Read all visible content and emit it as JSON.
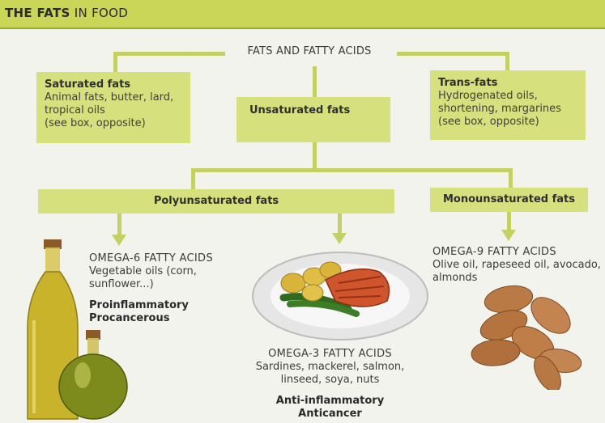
{
  "header": {
    "title_bold": "THE FATS",
    "title_rest": "IN FOOD"
  },
  "root": {
    "label": "FATS AND FATTY ACIDS"
  },
  "saturated": {
    "title": "Saturated fats",
    "line1": "Animal fats, butter, lard,",
    "line2": "tropical oils",
    "line3": "(see box, opposite)"
  },
  "unsaturated": {
    "title": "Unsaturated fats"
  },
  "trans": {
    "title": "Trans-fats",
    "line1": "Hydrogenated oils,",
    "line2": "shortening, margarines",
    "line3": "(see box, opposite)"
  },
  "poly": {
    "title": "Polyunsaturated fats"
  },
  "mono": {
    "title": "Monounsaturated fats"
  },
  "omega6": {
    "heading": "OMEGA-6 FATTY ACIDS",
    "line1": "Vegetable oils (corn,",
    "line2": "sunflower...)",
    "effect1": "Proinflammatory",
    "effect2": "Procancerous"
  },
  "omega3": {
    "heading": "OMEGA-3 FATTY ACIDS",
    "line1": "Sardines, mackerel, salmon,",
    "line2": "linseed, soya, nuts",
    "effect1": "Anti-inflammatory",
    "effect2": "Anticancer"
  },
  "omega9": {
    "heading": "OMEGA-9 FATTY ACIDS",
    "line1": "Olive oil, rapeseed oil, avocado,",
    "line2": "almonds"
  },
  "colors": {
    "header": "#c9d657",
    "box": "#d6e07c",
    "connector": "#c4d162"
  },
  "images": {
    "oil_bottles": "olive-oil-bottles-illustration",
    "salmon_plate": "grilled-salmon-plate-illustration",
    "almonds": "almonds-illustration"
  }
}
